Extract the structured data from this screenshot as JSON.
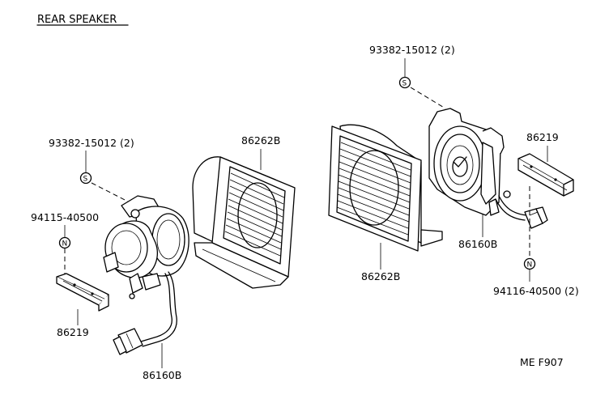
{
  "title": "REAR SPEAKER",
  "figure_code": "ME F907",
  "symbols": {
    "screw": "S",
    "nut": "N"
  },
  "labels": {
    "left_screw": "93382-15012 (2)",
    "left_nut": "94115-40500",
    "left_bracket": "86219",
    "left_speaker": "86160B",
    "center_grille": "86262B",
    "right_screw": "93382-15012 (2)",
    "right_grille": "86262B",
    "right_bracket": "86219",
    "right_speaker": "86160B",
    "right_nut": "94116-40500 (2)"
  }
}
